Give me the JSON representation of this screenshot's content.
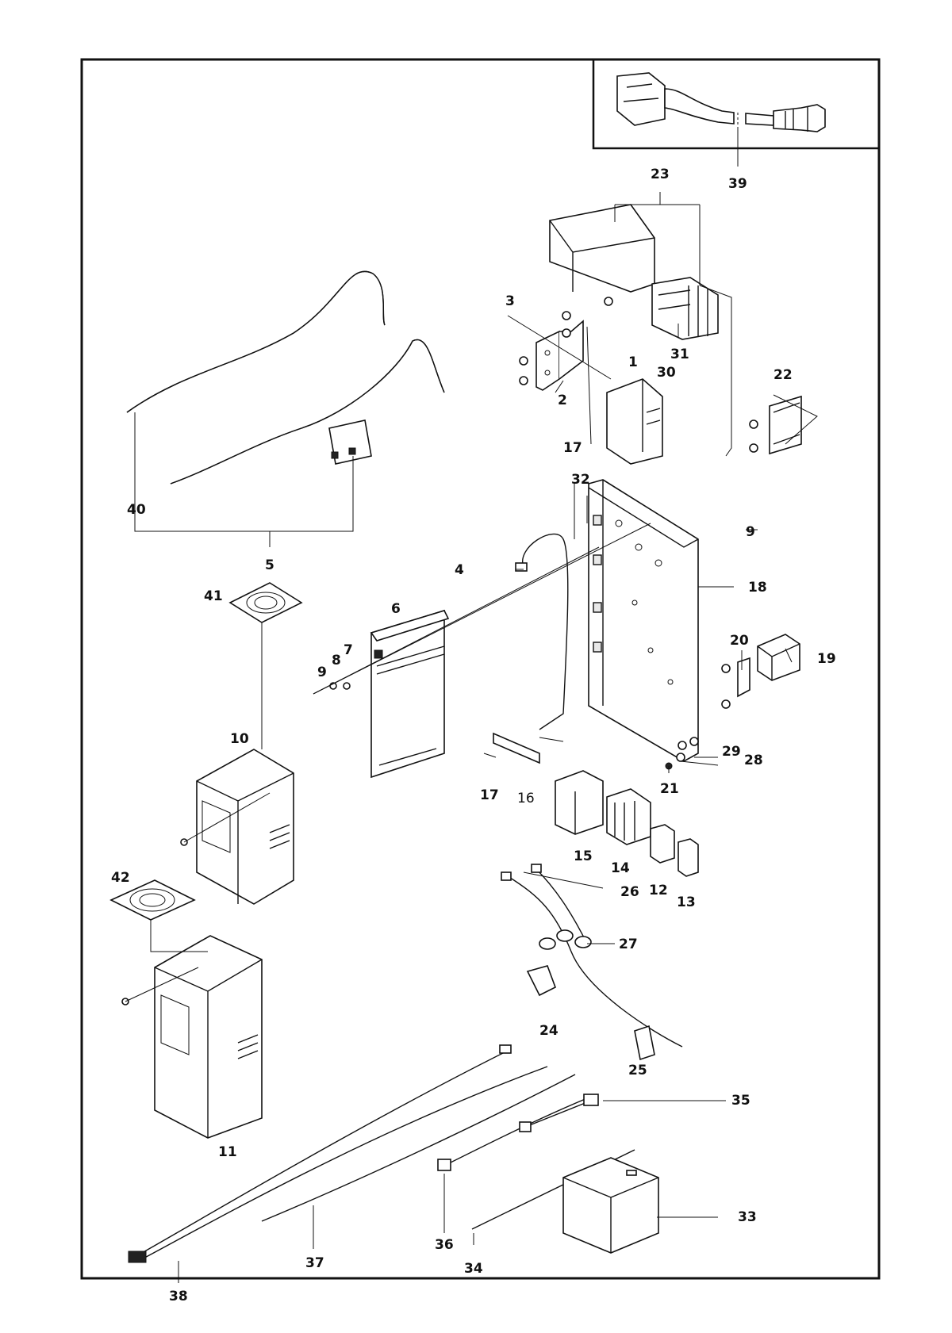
{
  "callouts": [
    {
      "id": "c1",
      "label": "1"
    },
    {
      "id": "c2",
      "label": "2"
    },
    {
      "id": "c3",
      "label": "3"
    },
    {
      "id": "c4",
      "label": "4"
    },
    {
      "id": "c5",
      "label": "5"
    },
    {
      "id": "c6",
      "label": "6"
    },
    {
      "id": "c7",
      "label": "7"
    },
    {
      "id": "c8",
      "label": "8"
    },
    {
      "id": "c9a",
      "label": "9"
    },
    {
      "id": "c9b",
      "label": "9"
    },
    {
      "id": "c10",
      "label": "10"
    },
    {
      "id": "c11",
      "label": "11"
    },
    {
      "id": "c12",
      "label": "12"
    },
    {
      "id": "c13",
      "label": "13"
    },
    {
      "id": "c14",
      "label": "14"
    },
    {
      "id": "c15",
      "label": "15"
    },
    {
      "id": "c16",
      "label": "16"
    },
    {
      "id": "c17a",
      "label": "17"
    },
    {
      "id": "c17b",
      "label": "17"
    },
    {
      "id": "c18",
      "label": "18"
    },
    {
      "id": "c19",
      "label": "19"
    },
    {
      "id": "c20",
      "label": "20"
    },
    {
      "id": "c21",
      "label": "21"
    },
    {
      "id": "c22",
      "label": "22"
    },
    {
      "id": "c23",
      "label": "23"
    },
    {
      "id": "c24",
      "label": "24"
    },
    {
      "id": "c25",
      "label": "25"
    },
    {
      "id": "c26",
      "label": "26"
    },
    {
      "id": "c27",
      "label": "27"
    },
    {
      "id": "c28",
      "label": "28"
    },
    {
      "id": "c29",
      "label": "29"
    },
    {
      "id": "c30",
      "label": "30"
    },
    {
      "id": "c31",
      "label": "31"
    },
    {
      "id": "c32",
      "label": "32"
    },
    {
      "id": "c33",
      "label": "33"
    },
    {
      "id": "c34",
      "label": "34"
    },
    {
      "id": "c35",
      "label": "35"
    },
    {
      "id": "c36",
      "label": "36"
    },
    {
      "id": "c37",
      "label": "37"
    },
    {
      "id": "c38",
      "label": "38"
    },
    {
      "id": "c39",
      "label": "39"
    },
    {
      "id": "c40",
      "label": "40"
    },
    {
      "id": "c41",
      "label": "41"
    },
    {
      "id": "c42",
      "label": "42"
    }
  ]
}
